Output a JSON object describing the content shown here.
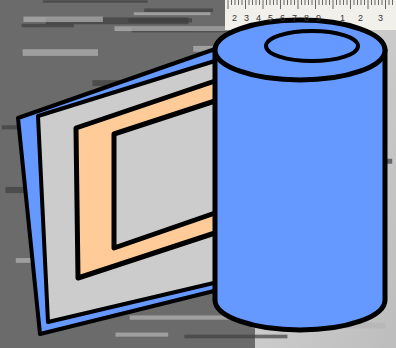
{
  "diagram": {
    "labels": [
      "2",
      "3",
      "4",
      "5",
      "6",
      "7",
      "8",
      "9",
      "1",
      "2",
      "3"
    ]
  }
}
